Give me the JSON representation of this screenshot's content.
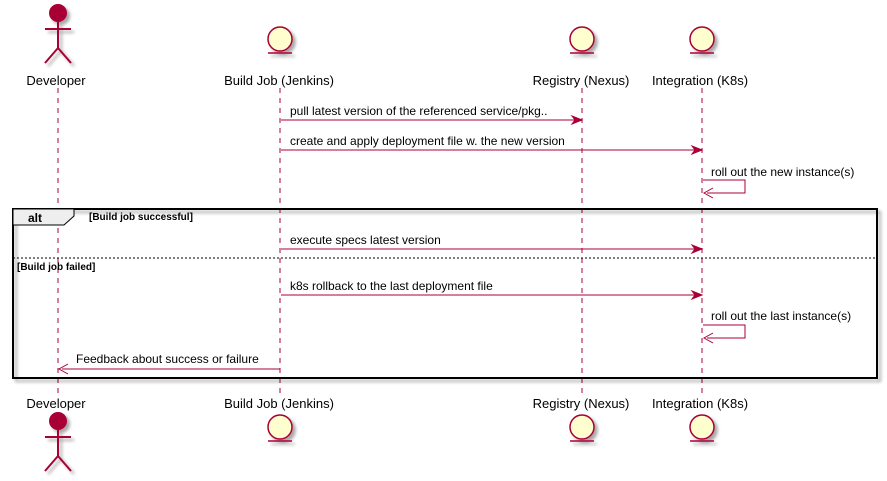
{
  "participants": [
    {
      "id": "developer",
      "label": "Developer",
      "kind": "actor"
    },
    {
      "id": "jenkins",
      "label": "Build Job (Jenkins)",
      "kind": "entity"
    },
    {
      "id": "nexus",
      "label": "Registry (Nexus)",
      "kind": "entity"
    },
    {
      "id": "k8s",
      "label": "Integration (K8s)",
      "kind": "entity"
    }
  ],
  "messages": {
    "pull": "pull latest version of the referenced service/pkg..",
    "apply": "create and apply deployment file w. the new version",
    "rollout_new": "roll out the new instance(s)",
    "specs": "execute specs latest version",
    "rollback": "k8s rollback to the last deployment file",
    "rollout_last": "roll out the last instance(s)",
    "feedback": "Feedback about success or failure"
  },
  "alt_fragment": {
    "keyword": "alt",
    "guard_success": "[Build job successful]",
    "guard_failed": "[Build job failed]"
  },
  "colors": {
    "line": "#A80036",
    "fill": "#FEFECE",
    "frame": "#000000",
    "alt_header": "#EEEEEE"
  }
}
